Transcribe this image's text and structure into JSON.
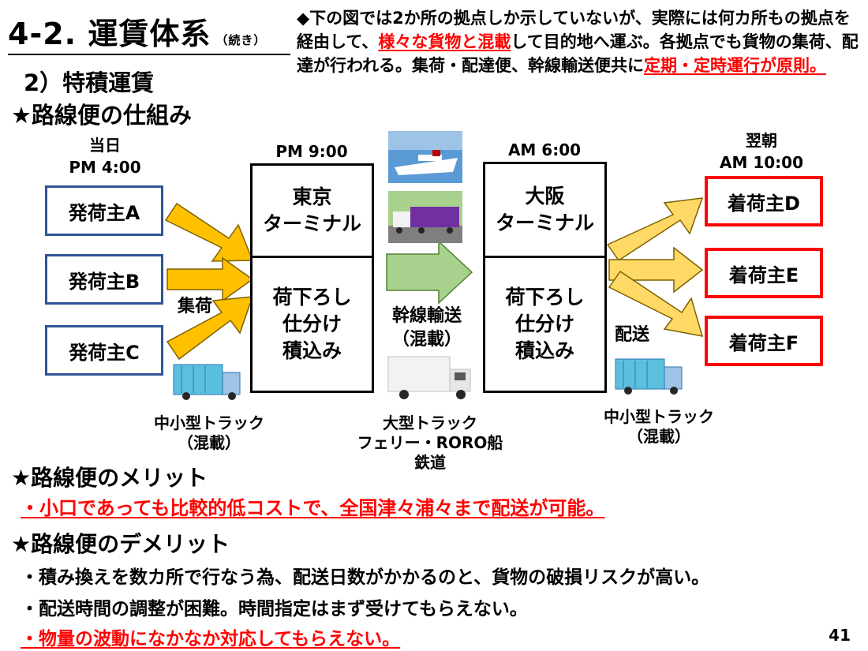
{
  "header": {
    "title": "4-2. 運賃体系",
    "title_suffix": "（続き）",
    "section": "2）特積運賃",
    "mechanism_heading": "★路線便の仕組み"
  },
  "note": {
    "part1": "◆下の図では2か所の拠点しか示していないが、実際には何カ所もの拠点を経由して、",
    "highlight1": "様々な貨物と混載",
    "part2": "して目的地へ運ぶ。各拠点でも貨物の集荷、配達が行われる。集荷・配達便、幹線輸送便共に",
    "highlight2": "定期・定時運行が原則。"
  },
  "diagram": {
    "time_day": "当日",
    "time_pickup": "PM 4:00",
    "time_tokyo": "PM 9:00",
    "time_osaka": "AM 6:00",
    "time_next": "翌朝",
    "time_delivery": "AM 10:00",
    "shippers": [
      "発荷主A",
      "発荷主B",
      "発荷主C"
    ],
    "consignees": [
      "着荷主D",
      "着荷主E",
      "着荷主F"
    ],
    "tokyo_top": [
      "東京",
      "ターミナル"
    ],
    "tokyo_bottom": [
      "荷下ろし",
      "仕分け",
      "積込み"
    ],
    "osaka_top": [
      "大阪",
      "ターミナル"
    ],
    "osaka_bottom": [
      "荷下ろし",
      "仕分け",
      "積込み"
    ],
    "pickup_label": "集荷",
    "trunk_label": [
      "幹線輸送",
      "（混載）"
    ],
    "delivery_label": "配送",
    "small_truck_left": [
      "中小型トラック",
      "（混載）"
    ],
    "big_transport": [
      "大型トラック",
      "フェリー・RORO船",
      "鉄道"
    ],
    "small_truck_right": [
      "中小型トラック",
      "（混載）"
    ],
    "arrow_colors": {
      "yellow": "#ffc000",
      "green": "#a9d18e"
    }
  },
  "merits": {
    "heading": "★路線便のメリット",
    "items": [
      "・小口であっても比較的低コストで、全国津々浦々まで配送が可能。"
    ]
  },
  "demerits": {
    "heading": "★路線便のデメリット",
    "items": [
      "・積み換えを数カ所で行なう為、配送日数がかかるのと、貨物の破損リスクが高い。",
      "・配送時間の調整が困難。時間指定はまず受けてもらえない。",
      "・物量の波動になかなか対応してもらえない。"
    ]
  },
  "page_number": "41"
}
